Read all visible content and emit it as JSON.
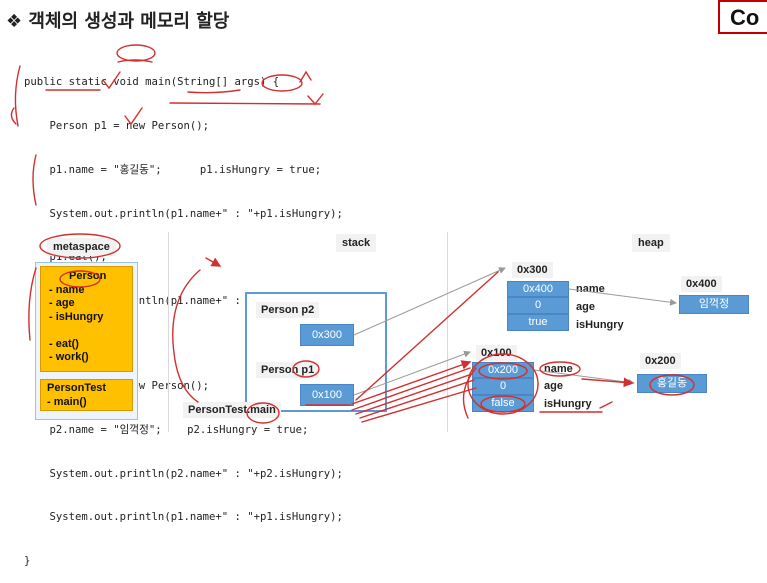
{
  "header": {
    "title": "❖ 객체의 생성과 메모리 할당",
    "brand": "Co"
  },
  "code": {
    "lines": [
      "public static void main(String[] args) {",
      "    Person p1 = new Person();",
      "    p1.name = \"홍길동\";      p1.isHungry = true;",
      "    System.out.println(p1.name+\" : \"+p1.isHungry);",
      "    p1.eat();",
      "    System.out.println(p1.name+\" : \"+p1.isHungry);",
      "",
      "    Person p2 = new Person();",
      "    p2.name = \"임꺽정\";    p2.isHungry = true;",
      "    System.out.println(p2.name+\" : \"+p2.isHungry);",
      "    System.out.println(p1.name+\" : \"+p1.isHungry);",
      "}"
    ]
  },
  "metaspace": {
    "label": "metaspace",
    "person_rows": [
      "Person",
      "- name",
      "- age",
      "- isHungry",
      "",
      "- eat()",
      "- work()"
    ],
    "test_rows": [
      "PersonTest",
      "- main()"
    ]
  },
  "stack": {
    "label": "stack",
    "frame_label": "PersonTest.main",
    "p2_label": "Person p2",
    "p2_value": "0x300",
    "p1_label": "Person p1",
    "p1_value": "0x100"
  },
  "heap": {
    "label": "heap",
    "obj300": {
      "addr": "0x300",
      "name_val": "0x400",
      "age_val": "0",
      "hungry_val": "true"
    },
    "obj100": {
      "addr": "0x100",
      "name_val": "0x200",
      "age_val": "0",
      "hungry_val": "false"
    },
    "fields": {
      "name": "name",
      "age": "age",
      "isHungry": "isHungry"
    },
    "str400": {
      "addr": "0x400",
      "value": "임꺽정"
    },
    "str200": {
      "addr": "0x200",
      "value": "홍길동"
    }
  },
  "colors": {
    "cell_blue": "#5b9bd5",
    "meta_yellow": "#ffc000",
    "annotation_red": "#d32f2f",
    "brand_border": "#c00000"
  }
}
